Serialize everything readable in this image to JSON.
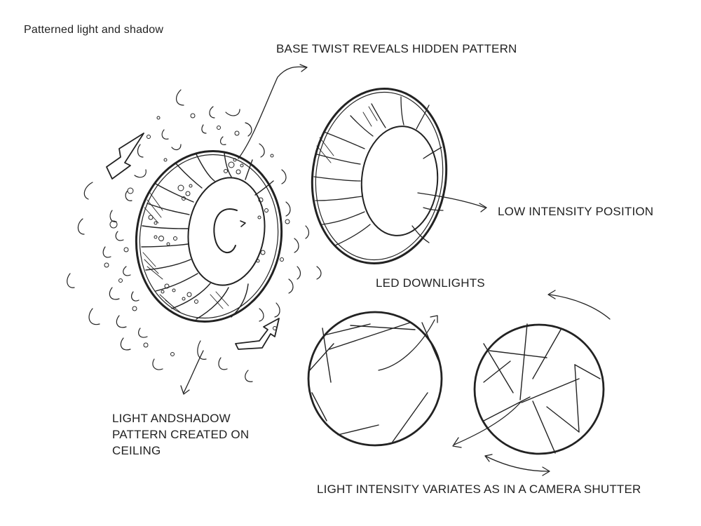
{
  "title": "Patterned light and shadow",
  "labels": {
    "base_twist": "BASE TWIST REVEALS HIDDEN PATTERN",
    "low_intensity": "LOW INTENSITY POSITION",
    "led_downlights": "LED DOWNLIGHTS",
    "light_shadow": "LIGHT ANDSHADOW\nPATTERN CREATED ON\nCEILING",
    "shutter": "LIGHT INTENSITY VARIATES AS IN A CAMERA SHUTTER"
  },
  "colors": {
    "ink": "#222222",
    "paper": "#ffffff"
  }
}
